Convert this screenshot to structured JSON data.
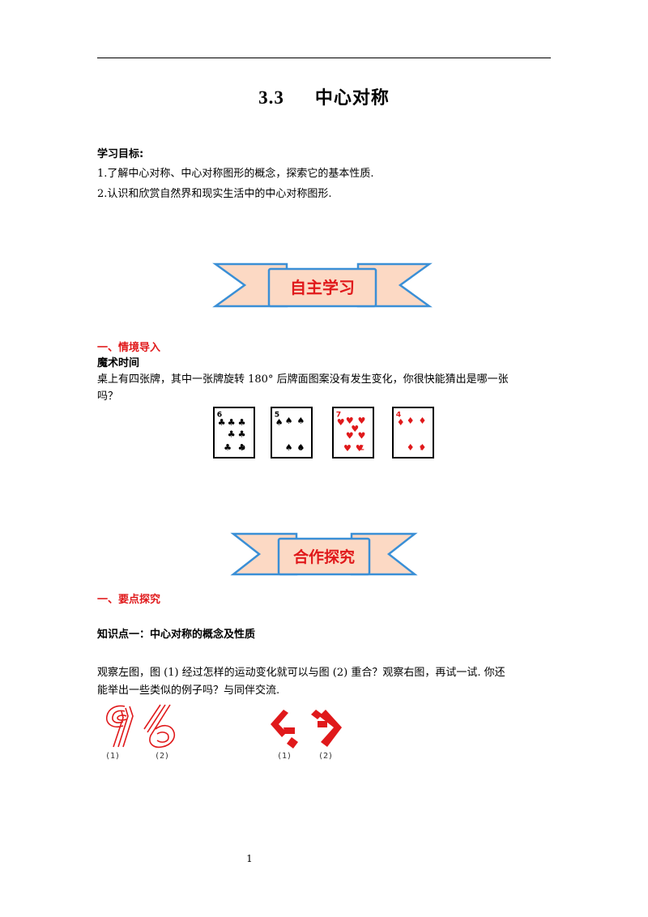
{
  "header": {
    "number": "3.3",
    "title": "中心对称"
  },
  "objectives": {
    "heading": "学习目标:",
    "items": [
      "1.了解中心对称、中心对称图形的概念，探索它的基本性质.",
      "2.认识和欣赏自然界和现实生活中的中心对称图形."
    ]
  },
  "banners": [
    {
      "label": "自主学习"
    },
    {
      "label": "合作探究"
    }
  ],
  "section1": {
    "heading": "一、情境导入",
    "subheading": "魔术时间",
    "text_line1": "桌上有四张牌，其中一张牌旋转 180° 后牌面图案没有发生变化，你很快能猜出是哪一张",
    "text_line2": "吗？",
    "cards": [
      {
        "rank": "6",
        "suit": "clubs",
        "color": "#000000"
      },
      {
        "rank": "5",
        "suit": "spades",
        "color": "#000000"
      },
      {
        "rank": "7",
        "suit": "hearts",
        "color": "#e0191b"
      },
      {
        "rank": "4",
        "suit": "diamonds",
        "color": "#e0191b"
      }
    ]
  },
  "section2": {
    "heading": "一、要点探究",
    "knowledge_point": "知识点一：中心对称的概念及性质",
    "text_line1": "观察左图，图 (1) 经过怎样的运动变化就可以与图 (2) 重合？观察右图，再试一试. 你还",
    "text_line2": "能举出一些类似的例子吗？与同伴交流.",
    "figure_labels": [
      "(1)",
      "(2)",
      "(1)",
      "(2)"
    ]
  },
  "footer": {
    "page_number": "1"
  }
}
